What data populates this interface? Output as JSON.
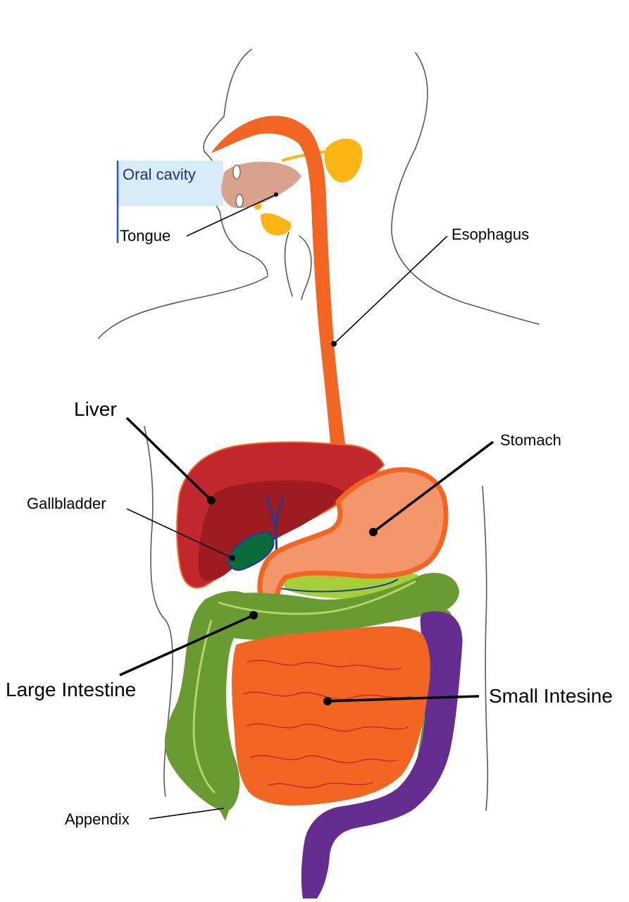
{
  "labels": {
    "oral_cavity": "Oral cavity",
    "tongue": "Tongue",
    "esophagus": "Esophagus",
    "liver": "Liver",
    "gallbladder": "Gallbladder",
    "stomach": "Stomach",
    "large_intestine": "Large Intestine",
    "small_intestine": "Small Intesine",
    "appendix": "Appendix"
  },
  "colors": {
    "esophagus": "#f26522",
    "stomach_fill": "#f4956a",
    "liver": "#c1272d",
    "liver_shadow": "#9e1b20",
    "gallbladder": "#0b6b3a",
    "bile_duct": "#1b3c9e",
    "large_intestine": "#6a9a32",
    "small_intestine": "#f26522",
    "rectum": "#662d91",
    "salivary_gland": "#fbb615",
    "tongue": "#d9a28f",
    "oral_highlight": "#d8ecf7",
    "oral_bracket": "#2a4fd0",
    "oral_text": "#1f2f8a",
    "outline": "#5a5a5a"
  }
}
